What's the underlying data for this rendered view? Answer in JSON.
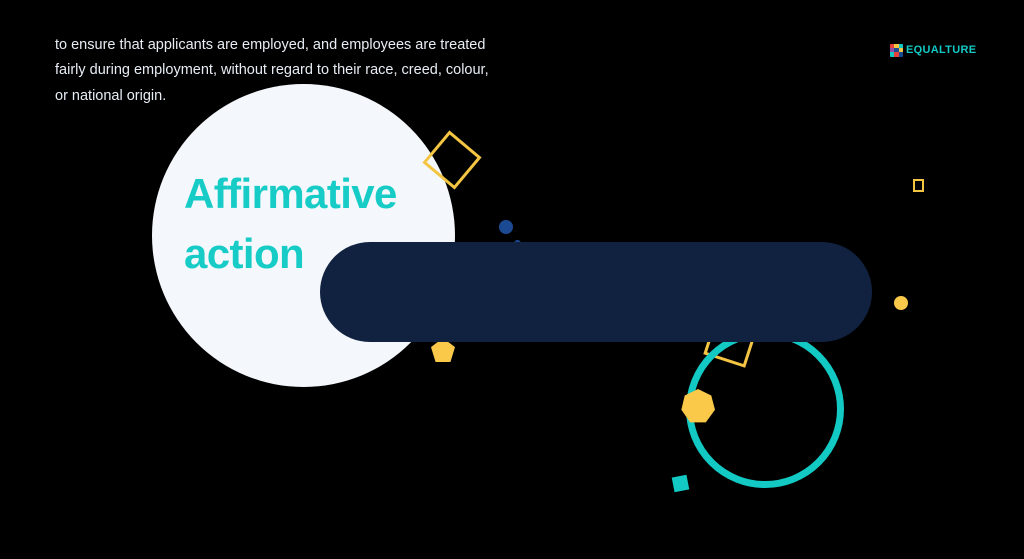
{
  "brand": {
    "name": "EQUALTURE",
    "mark_icon": "multicolor-grid-icon",
    "mark_colors": [
      "#E8403A",
      "#F4C543",
      "#12C9C4",
      "#8E4FA8",
      "#1B4A93",
      "#F4C543",
      "#12C9C4",
      "#E8403A",
      "#1B4A93"
    ],
    "name_color": "#12C9C4"
  },
  "hero": {
    "heading_line1": "Affirmative",
    "heading_line2": "action",
    "heading_color": "#17CCC6",
    "circle_color": "#F4F8FC"
  },
  "description": {
    "text": "to ensure that applicants are employed, and employees are treated fairly during employment, without regard to their race, creed, colour, or national origin.",
    "panel_color": "#112140",
    "text_color": "#E8EDF5"
  },
  "decorations": {
    "diamond_outline_large": "diamond-outline-icon",
    "diamond_yellow_behind": "diamond-outline-icon",
    "dot_blue": "circle-icon",
    "dot_blue_small": "circle-icon",
    "dot_yellow": "circle-icon",
    "square_outline_small": "square-outline-icon",
    "ring_teal": "circle-outline-icon",
    "pentagon_yellow": "pentagon-icon",
    "heptagon_yellow": "heptagon-icon",
    "square_teal_small": "square-icon",
    "accent_teal": "#12C9C4",
    "accent_yellow": "#FBC94A",
    "accent_gold": "#F4C543",
    "accent_blue": "#1B4A93"
  }
}
